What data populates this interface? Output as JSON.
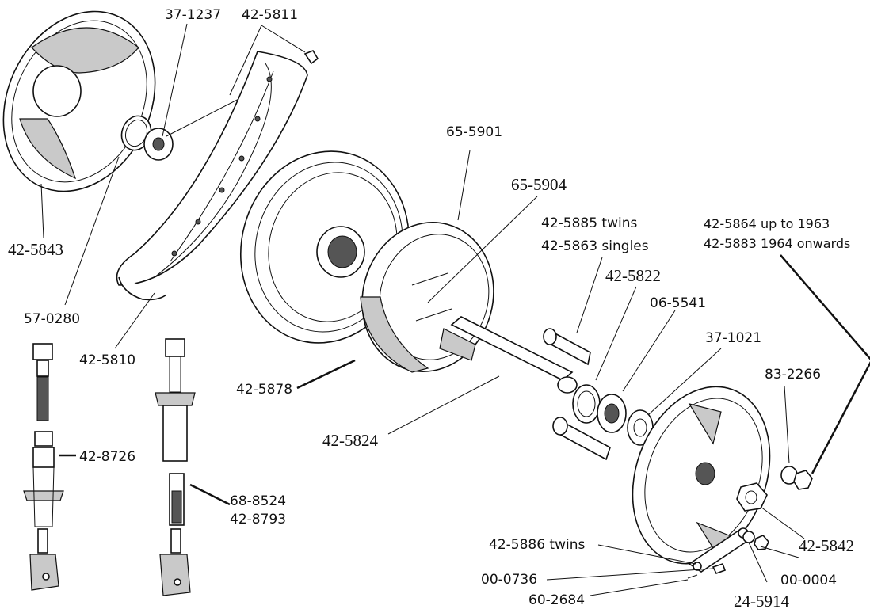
{
  "labels": {
    "l_42_5843": "42-5843",
    "l_37_1237": "37-1237",
    "l_42_5811": "42-5811",
    "l_57_0280": "57-0280",
    "l_42_5810": "42-5810",
    "l_42_8726": "42-8726",
    "l_68_8524": "68-8524",
    "l_42_8793": "42-8793",
    "l_65_5901": "65-5901",
    "l_65_5904": "65-5904",
    "l_42_5885": "42-5885 twins",
    "l_42_5863": "42-5863 singles",
    "l_42_5822": "42-5822",
    "l_06_5541": "06-5541",
    "l_37_1021": "37-1021",
    "l_42_5864": "42-5864 up to 1963",
    "l_42_5883": "42-5883 1964 onwards",
    "l_83_2266": "83-2266",
    "l_42_5878": "42-5878",
    "l_42_5824": "42-5824",
    "l_42_5842": "42-5842",
    "l_42_5886": "42-5886 twins",
    "l_00_0736": "00-0736",
    "l_00_0004": "00-0004",
    "l_60_2684": "60-2684",
    "l_24_5914": "24-5914"
  }
}
